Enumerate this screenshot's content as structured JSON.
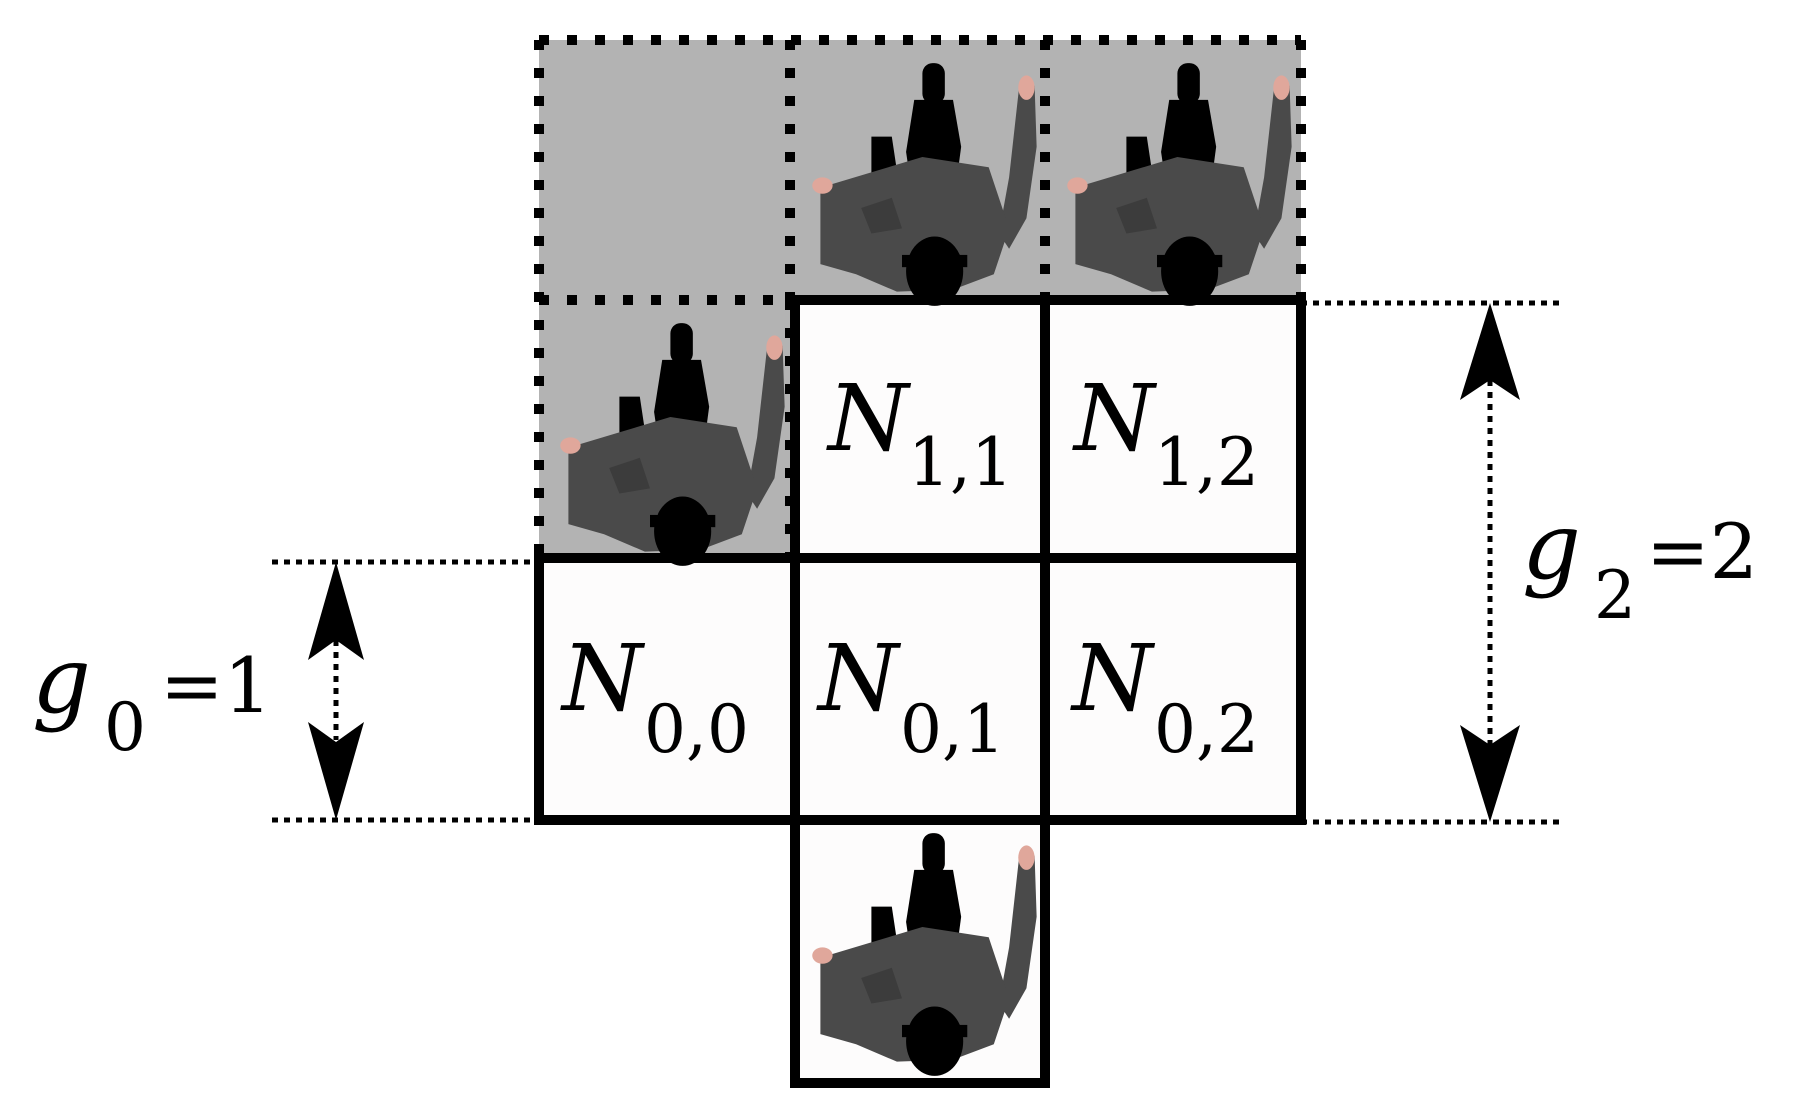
{
  "cells": [
    {
      "id": "N00",
      "symbol": "N",
      "subscript": "0,0"
    },
    {
      "id": "N01",
      "symbol": "N",
      "subscript": "0,1"
    },
    {
      "id": "N02",
      "symbol": "N",
      "subscript": "0,2"
    },
    {
      "id": "N11",
      "symbol": "N",
      "subscript": "1,1"
    },
    {
      "id": "N12",
      "symbol": "N",
      "subscript": "1,2"
    }
  ],
  "annotations": {
    "g0": {
      "symbol": "g",
      "subscript": "0",
      "value": "=1"
    },
    "g2": {
      "symbol": "g",
      "subscript": "2",
      "value": "=2"
    }
  },
  "colors": {
    "occluded_fill": "#b3b3b3",
    "cell_fill": "#fdfcfc",
    "person_coat": "#4a4a4a",
    "person_skin": "#e0a79b"
  },
  "icons": [
    "person-topdown-icon"
  ]
}
